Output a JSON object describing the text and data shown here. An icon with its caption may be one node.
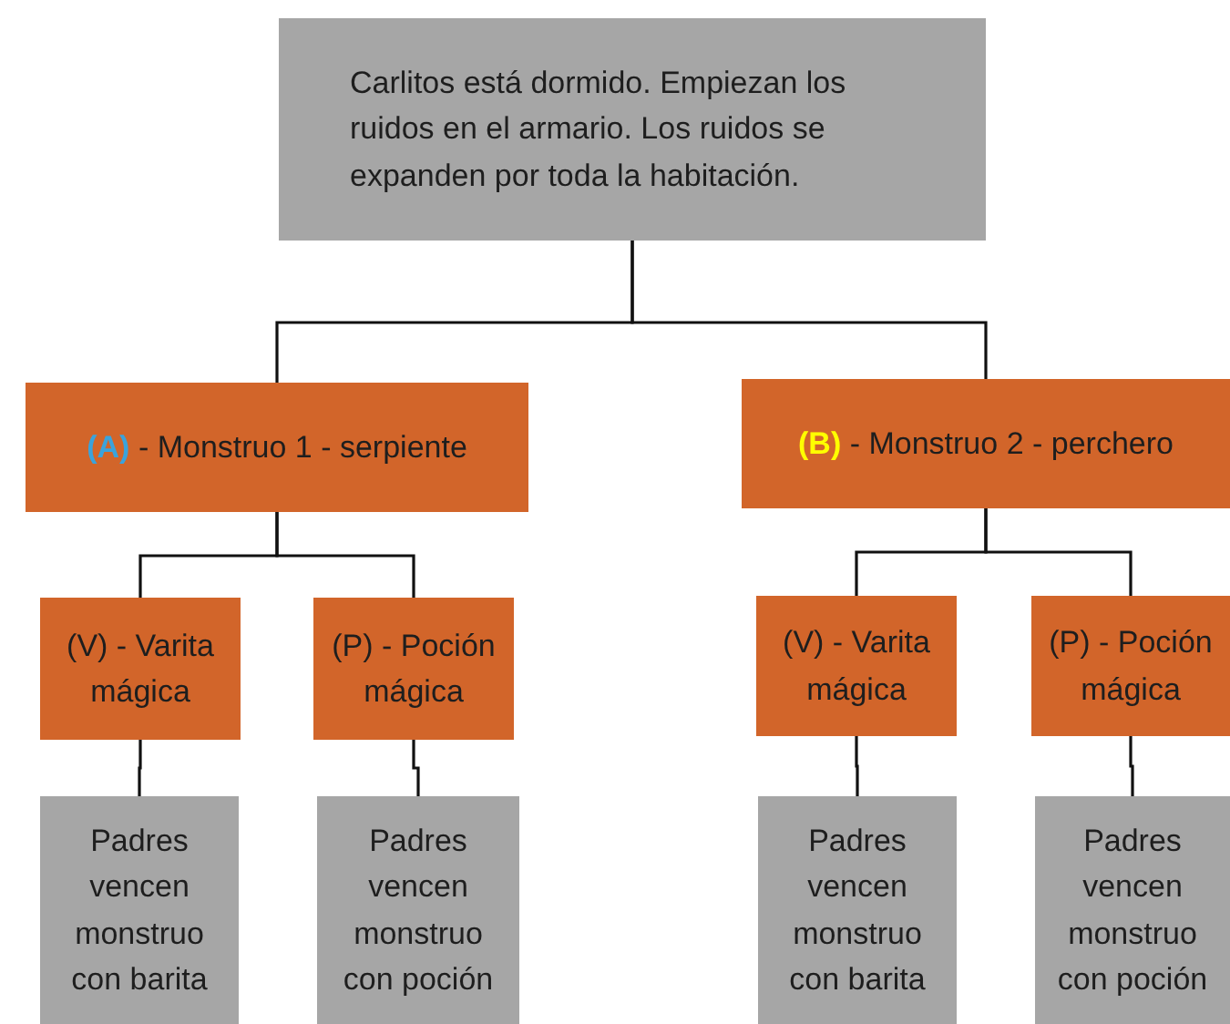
{
  "diagram": {
    "nodes": [
      {
        "text": [
          "Carlitos está dormido. Empiezan los ruidos en el armario. Los ruidos se expanden por toda la habitación."
        ]
      },
      {
        "text": [
          "(A)",
          "- Monstruo 1 - serpiente"
        ]
      },
      {
        "text": [
          "(B)",
          "- Monstruo 2 - perchero"
        ]
      },
      {
        "text": [
          "(V) - Varita mágica"
        ]
      },
      {
        "text": [
          "(P) - Poción mágica"
        ]
      },
      {
        "text": [
          "(V) - Varita mágica"
        ]
      },
      {
        "text": [
          "(P) - Poción mágica"
        ]
      },
      {
        "text": [
          "Padres vencen monstruo con barita"
        ]
      },
      {
        "text": [
          "Padres vencen monstruo con poción"
        ]
      },
      {
        "text": [
          "Padres vencen monstruo con barita"
        ]
      },
      {
        "text": [
          "Padres vencen monstruo con poción"
        ]
      }
    ],
    "edges": [
      {
        "from": 0,
        "to": 1,
        "arrow": "none"
      },
      {
        "from": 0,
        "to": 2,
        "arrow": "none"
      },
      {
        "from": 1,
        "to": 3,
        "arrow": "none"
      },
      {
        "from": 1,
        "to": 4,
        "arrow": "none"
      },
      {
        "from": 2,
        "to": 5,
        "arrow": "none"
      },
      {
        "from": 2,
        "to": 6,
        "arrow": "none"
      },
      {
        "from": 3,
        "to": 7,
        "arrow": "none"
      },
      {
        "from": 4,
        "to": 8,
        "arrow": "none"
      },
      {
        "from": 5,
        "to": 9,
        "arrow": "none"
      },
      {
        "from": 6,
        "to": 10,
        "arrow": "none"
      }
    ]
  }
}
